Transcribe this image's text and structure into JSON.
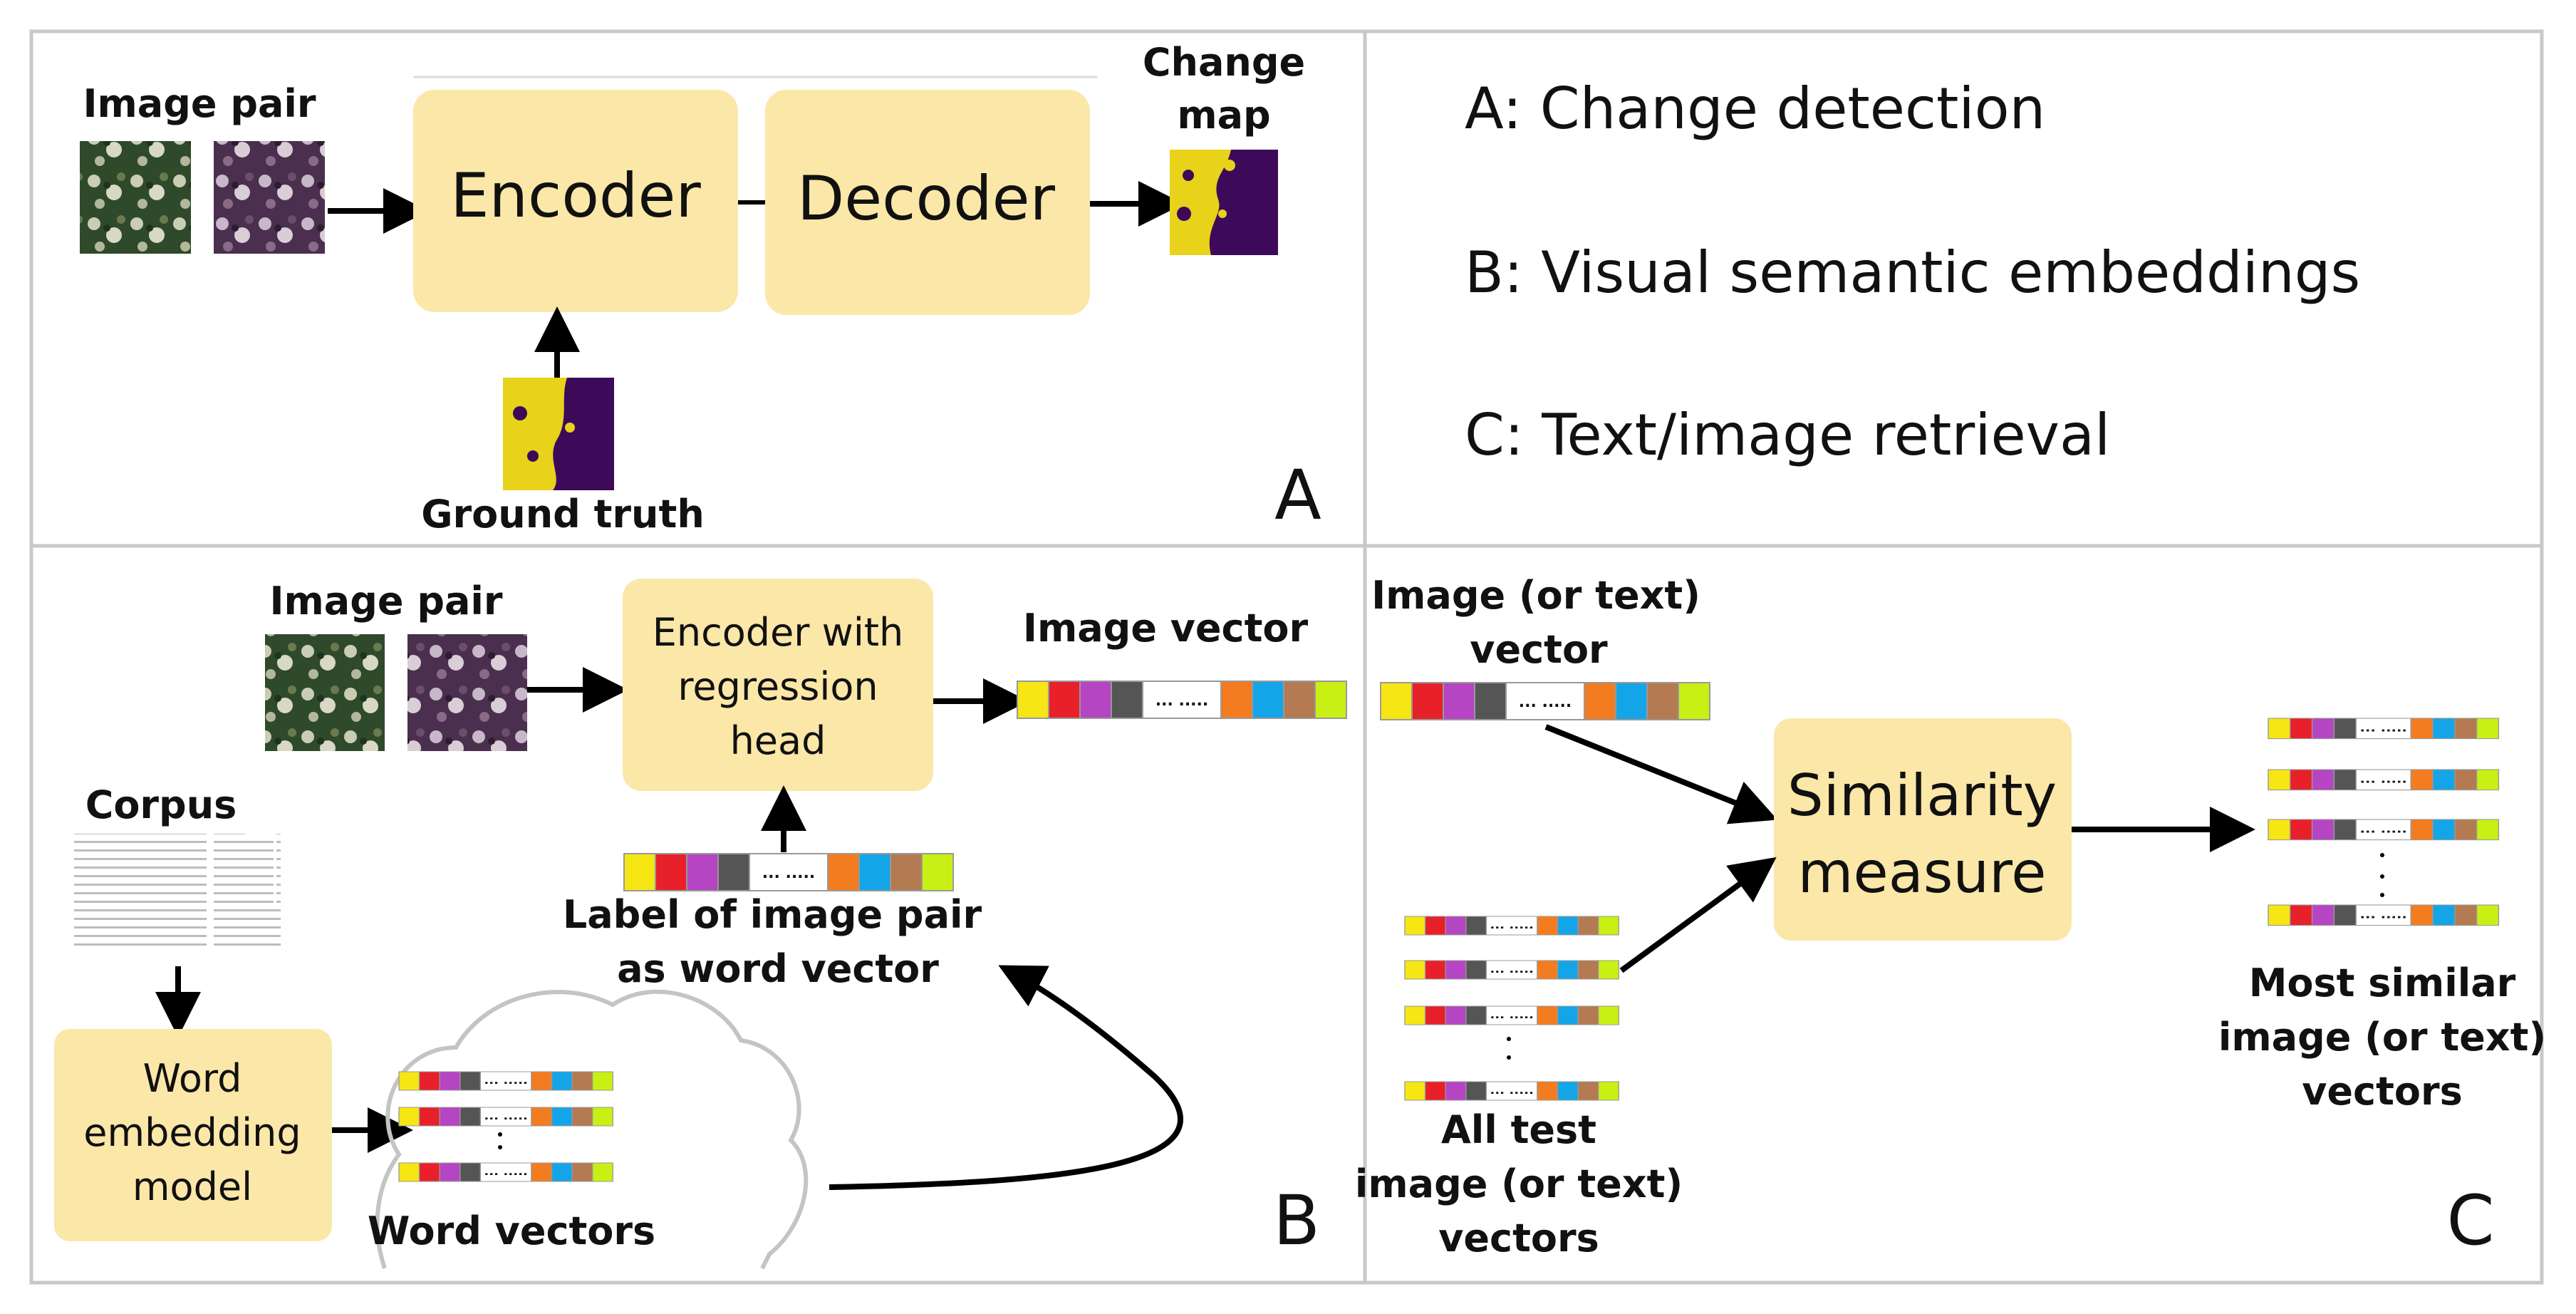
{
  "panel_a": {
    "image_pair_label": "Image pair",
    "encoder_label": "Encoder",
    "decoder_label": "Decoder",
    "change_map_label_line1": "Change",
    "change_map_label_line2": "map",
    "ground_truth_label": "Ground truth",
    "panel_letter": "A"
  },
  "legend": {
    "item_a": "A: Change detection",
    "item_b": "B: Visual semantic embeddings",
    "item_c": "C: Text/image retrieval"
  },
  "panel_b": {
    "image_pair_label": "Image pair",
    "encoder_line1": "Encoder with",
    "encoder_line2": "regression",
    "encoder_line3": "head",
    "image_vector_label": "Image vector",
    "label_vector_line1": "Label of image pair",
    "label_vector_line2": "as word vector",
    "corpus_label": "Corpus",
    "word_model_line1": "Word",
    "word_model_line2": "embedding",
    "word_model_line3": "model",
    "word_vectors_label": "Word vectors",
    "panel_letter": "B"
  },
  "panel_c": {
    "query_line1": "Image (or text)",
    "query_line2": "vector",
    "similarity_line1": "Similarity",
    "similarity_line2": "measure",
    "test_line1": "All test",
    "test_line2": "image (or text)",
    "test_line3": "vectors",
    "result_line1": "Most similar",
    "result_line2": "image (or text)",
    "result_line3": "vectors",
    "panel_letter": "C"
  },
  "vector": {
    "ellipsis": "... .....",
    "colors": [
      "#f5e614",
      "#e8202a",
      "#b545c2",
      "#555555",
      "#ffffff",
      "#f47c20",
      "#14a5e8",
      "#b47a52",
      "#c8f014"
    ]
  },
  "colors": {
    "box_fill": "#fbe7a8",
    "border": "#c8c8c8",
    "change_map_fg": "#e8d21a",
    "change_map_bg": "#3d0a5a"
  }
}
